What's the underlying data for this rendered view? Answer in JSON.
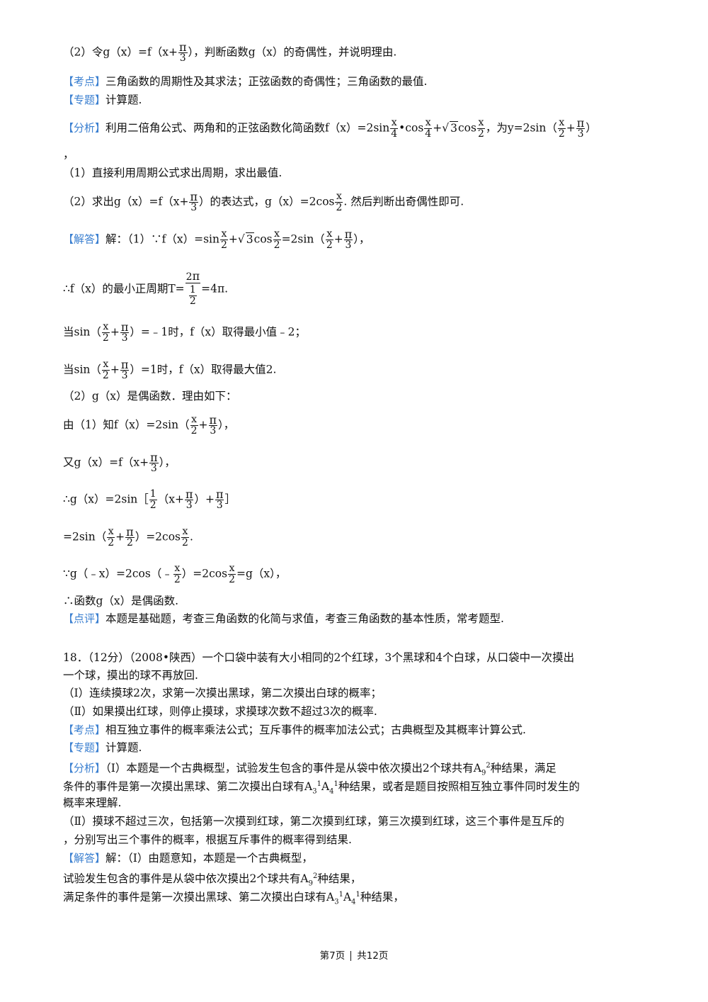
{
  "tags": {
    "kaodian": "【考点】",
    "zhuanti": "【专题】",
    "fenxi": "【分析】",
    "jieda": "【解答】",
    "dianping": "【点评】"
  },
  "q17": {
    "part2_prefix": "（2）令g（x）=f（",
    "part2_suffix": "），判断函数g（x）的奇偶性，并说明理由.",
    "kaodian": "三角函数的周期性及其求法；正弦函数的奇偶性；三角函数的最值.",
    "zhuanti": "计算题.",
    "fenxi_a": "利用二倍角公式、两角和的正弦函数化简函数f（x）=2sin",
    "fenxi_b": "，为y=2sin（",
    "comma": "，",
    "step1": "（1）直接利用周期公式求出周期，求出最值.",
    "step2_a": "（2）求出g（x）=f（",
    "step2_b": "）的表达式，g（x）=2cos",
    "step2_c": ". 然后判断出奇偶性即可.",
    "jie_prefix": "解：（1）∵f（x）=sin",
    "period_a": "∴f（x）的最小正周期T=",
    "period_b": "=4π.",
    "min_a": "当sin（",
    "min_b": "）=﹣1时，f（x）取得最小值﹣2；",
    "max_b": "）=1时，f（x）取得最大值2.",
    "even_line": "（2）g（x）是偶函数．理由如下：",
    "from1": "由（1）知f（x）=2sin（",
    "from1_end": "），",
    "also": "又g（x）=f（",
    "also_end": "），",
    "g_eq": "∴g（x）=2sin［",
    "eq2": "=2sin（",
    "eq2_mid": "）=2cos",
    "gneg_a": "∵g（﹣x）=2cos（﹣",
    "gneg_b": "）=2cos",
    "gneg_c": "=g（x），",
    "conclusion": "∴函数g（x）是偶函数.",
    "dianping": "本题是基础题，考查三角函数的化简与求值，考查三角函数的基本性质，常考题型."
  },
  "q18": {
    "head": "18．（12分）（2008•陕西）一个口袋中装有大小相同的2个红球，3个黑球和4个白球，从口袋中一次摸出",
    "head2": "一个球，摸出的球不再放回.",
    "p1": "（Ⅰ）连续摸球2次，求第一次摸出黑球，第二次摸出白球的概率；",
    "p2": "（Ⅱ）如果摸出红球，则停止摸球，求摸球次数不超过3次的概率.",
    "kaodian": "相互独立事件的概率乘法公式；互斥事件的概率加法公式；古典概型及其概率计算公式.",
    "zhuanti": "计算题.",
    "fenxi_1": "（Ⅰ）本题是一个古典概型，试验发生包含的事件是从袋中依次摸出2个球共有A",
    "fenxi_1b": "种结果，满足",
    "fenxi_2": "条件的事件是第一次摸出黑球、第二次摸出白球有A",
    "fenxi_2b": "种结果，或者是题目按照相互独立事件同时发生的",
    "fenxi_3": "概率来理解.",
    "fenxi_4": "（Ⅱ）摸球不超过三次，包括第一次摸到红球，第二次摸到红球，第三次摸到红球，这三个事件是互斥的",
    "fenxi_5": "，分别写出三个事件的概率，根据互斥事件的概率得到结果.",
    "jie_1": "解：（Ⅰ）由题意知，本题是一个古典概型，",
    "jie_2": "试验发生包含的事件是从袋中依次摸出2个球共有A",
    "jie_2b": "种结果，",
    "jie_3": "满足条件的事件是第一次摸出黑球、第二次摸出白球有A",
    "jie_3b": "种结果，"
  },
  "footer": {
    "page": "第7页",
    "total": "共12页"
  }
}
